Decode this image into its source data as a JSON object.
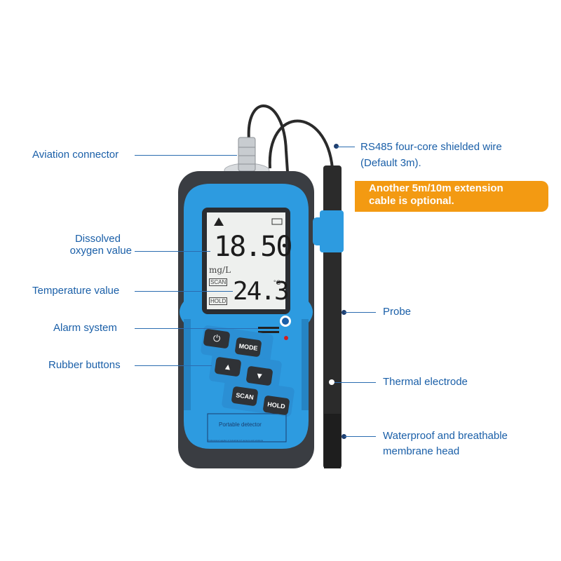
{
  "labels": {
    "aviation_connector": "Aviation connector",
    "dissolved_line1": "Dissolved",
    "dissolved_line2": "oxygen value",
    "temperature": "Temperature value",
    "alarm": "Alarm system",
    "rubber_buttons": "Rubber buttons",
    "rs485_line1": "RS485 four-core shielded wire",
    "rs485_line2": "(Default 3m).",
    "extension_line1": "Another 5m/10m extension",
    "extension_line2": "cable is optional.",
    "probe": "Probe",
    "thermal": "Thermal electrode",
    "membrane_line1": "Waterproof and breathable",
    "membrane_line2": "membrane head"
  },
  "display": {
    "oxygen_value": "18.50",
    "oxygen_unit": "mg/L",
    "temperature_value": "24.3",
    "temperature_unit": "°C",
    "scan_tag": "SCAN",
    "hold_tag": "HOLD"
  },
  "buttons": {
    "mode": "MODE",
    "scan": "SCAN",
    "hold": "HOLD"
  },
  "device": {
    "panel_text": "Portable detector",
    "panel_small": "Professional supplier of industrial IoT sensors and solutions"
  },
  "colors": {
    "body": "#2d9be0",
    "bezel": "#3a3d42",
    "badge": "#f39a12",
    "label": "#1a5fa8"
  }
}
